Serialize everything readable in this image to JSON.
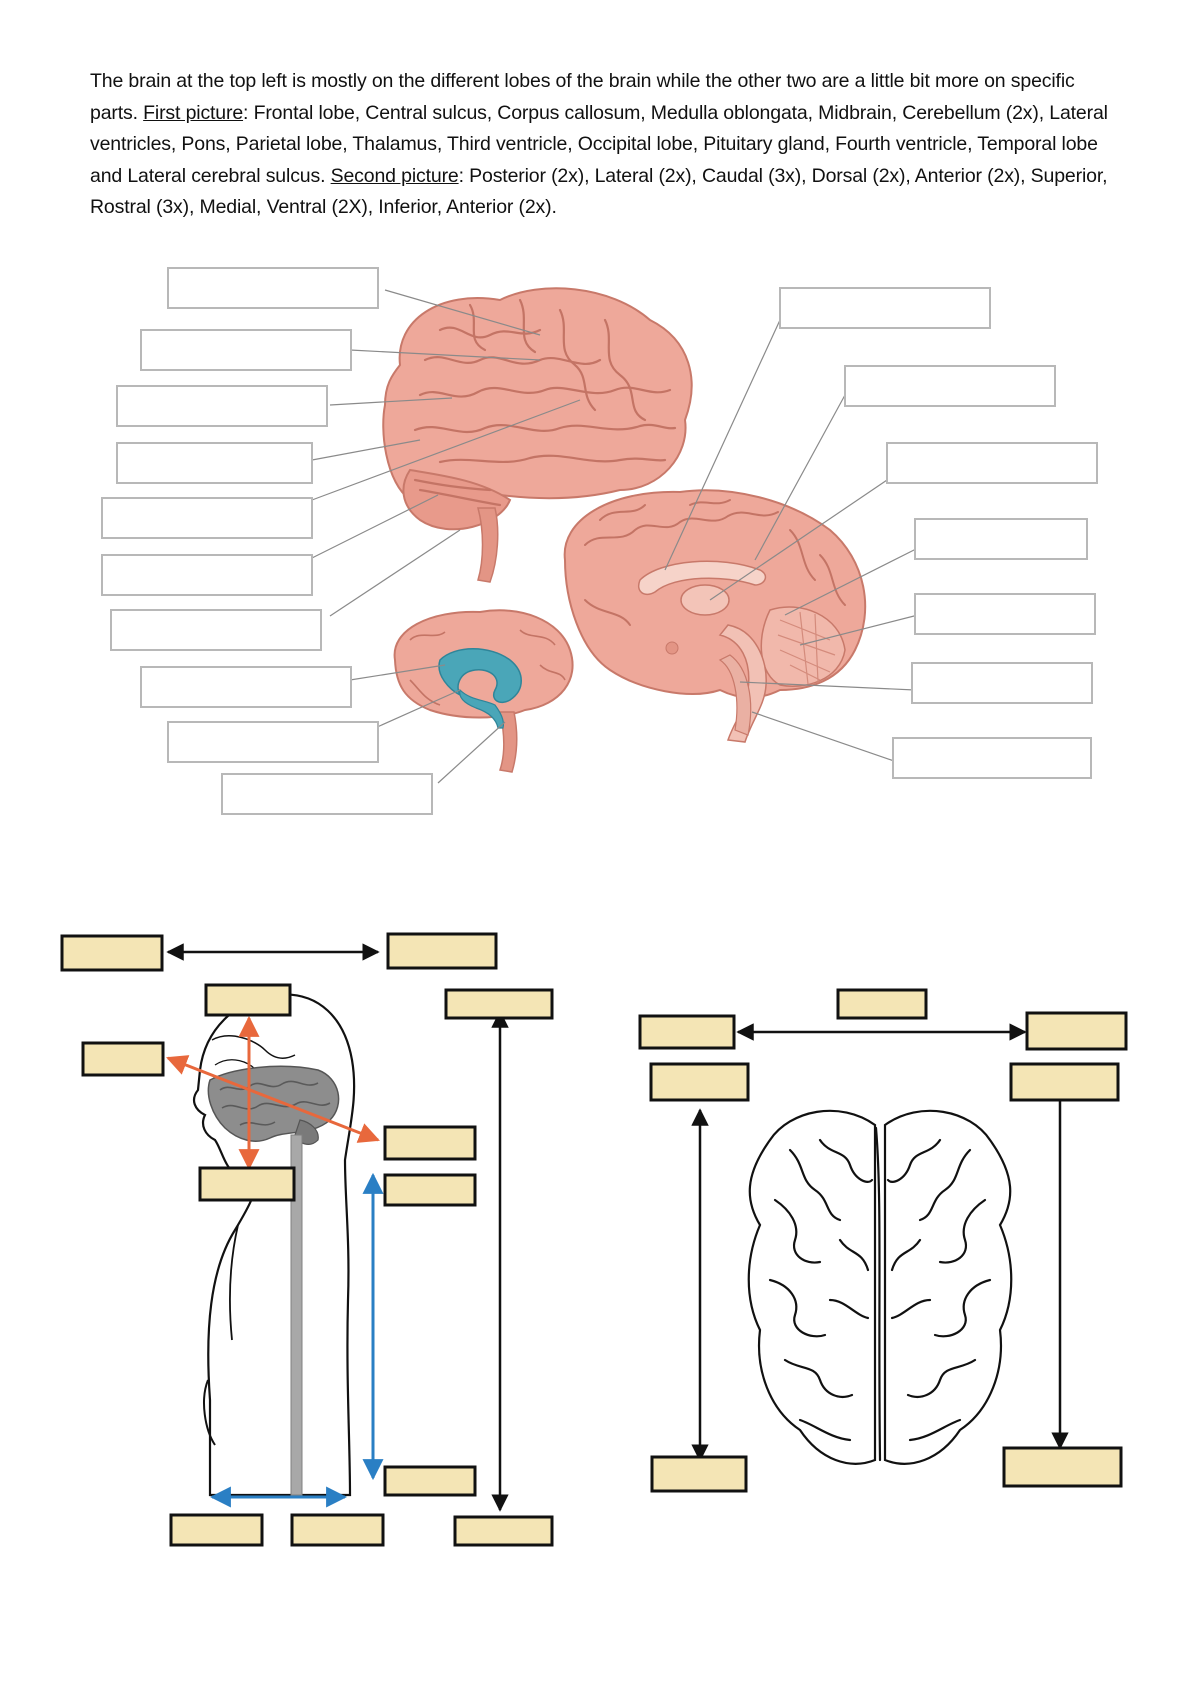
{
  "intro": {
    "text1": "The brain at the top left is mostly on the different lobes of the brain while the other two are a little bit more on specific parts. ",
    "first_label": "First picture",
    "text2": ": Frontal lobe, Central sulcus, Corpus callosum, Medulla oblongata, Midbrain, Cerebellum (2x), Lateral ventricles, Pons, Parietal lobe, Thalamus, Third ventricle, Occipital lobe, Pituitary gland, Fourth ventricle, Temporal lobe and Lateral cerebral sulcus. ",
    "second_label": "Second picture",
    "text3": ": Posterior (2x), Lateral (2x), Caudal (3x), Dorsal (2x), Anterior (2x), Superior, Rostral (3x), Medial, Ventral (2X), Inferior, Anterior (2x)."
  },
  "colors": {
    "brain_pink": "#eea89a",
    "brain_shadow": "#d98575",
    "ventricle_teal": "#4aa6b8",
    "answer_box_fill": "#f4e5b5",
    "arrow_orange": "#e8683c",
    "arrow_blue": "#2a7fc4",
    "spine_gray": "#a8a8a8"
  }
}
